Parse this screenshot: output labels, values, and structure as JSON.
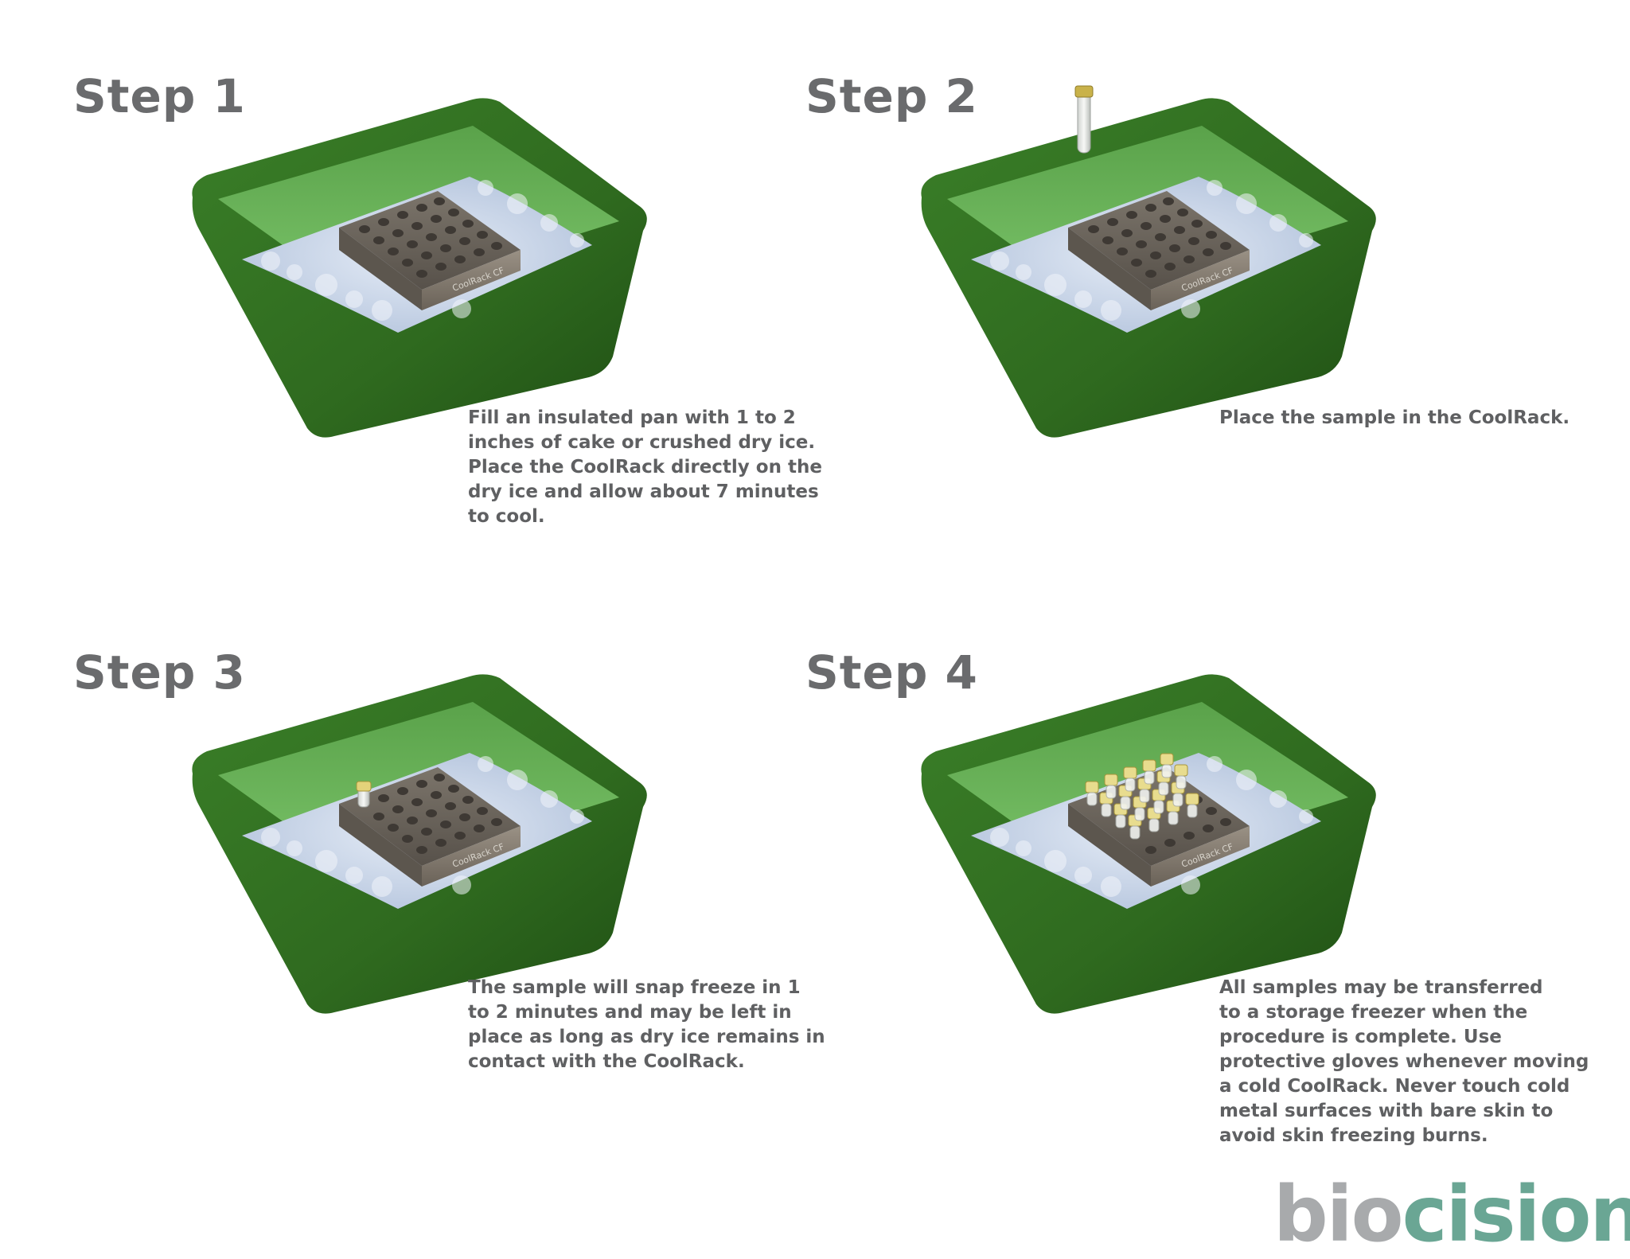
{
  "steps": [
    {
      "title": "Step 1",
      "text": "Fill an insulated pan with 1 to 2\ninches of cake or crushed dry ice.\nPlace the CoolRack directly on the\ndry ice and allow about 7 minutes\nto cool.",
      "rack_label": "CoolRack CF"
    },
    {
      "title": "Step 2",
      "text": "Place the sample in the CoolRack.",
      "rack_label": "CoolRack CF"
    },
    {
      "title": "Step 3",
      "text": "The sample will snap freeze in 1\nto 2 minutes and may be left in\nplace as long as dry ice remains in\ncontact with the CoolRack.",
      "rack_label": "CoolRack CF"
    },
    {
      "title": "Step 4",
      "text": "All samples may be transferred\nto a storage freezer when the\nprocedure is complete.  Use\nprotective gloves whenever moving\na cold CoolRack.  Never touch cold\nmetal surfaces with bare skin to\navoid skin freezing burns.",
      "rack_label": "CoolRack CF"
    }
  ],
  "logo": {
    "part1": "bio",
    "part2": "cision"
  },
  "colors": {
    "pan_dark": "#2f6a1f",
    "pan_light": "#6ab25a",
    "ice": "#c9d6ea",
    "rack": "#6e675e",
    "title_grey": "#6a6b6d",
    "logo_grey": "#a8aaac",
    "logo_teal": "#6aa694"
  }
}
